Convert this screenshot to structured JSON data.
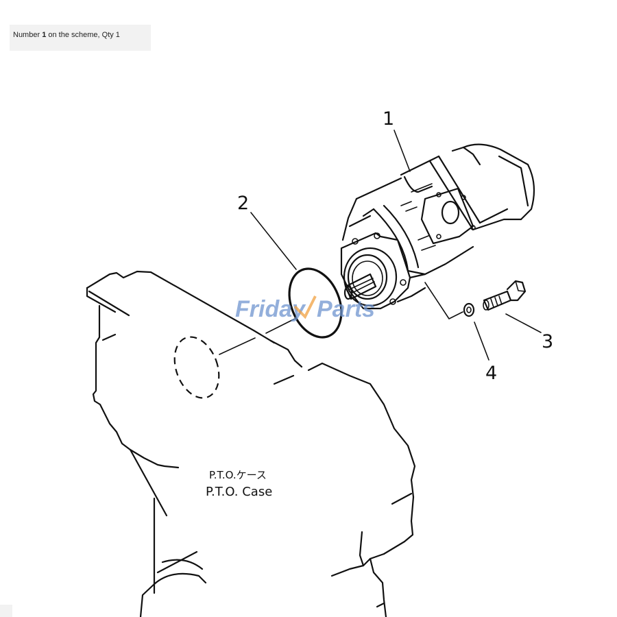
{
  "caption": {
    "prefix": "Number ",
    "number": "1",
    "suffix": " on the scheme, Qty 1"
  },
  "diagram": {
    "callouts": [
      {
        "number": "1",
        "part": "hydraulic-pump"
      },
      {
        "number": "2",
        "part": "o-ring"
      },
      {
        "number": "3",
        "part": "bolt"
      },
      {
        "number": "4",
        "part": "washer"
      }
    ],
    "case_label_jp": "P.T.O.ケース",
    "case_label_en": "P.T.O.  Case"
  },
  "watermark": {
    "text_left": "Friday",
    "text_right": "Parts",
    "color": "#6f95cf",
    "accent_color": "#f0a040"
  }
}
